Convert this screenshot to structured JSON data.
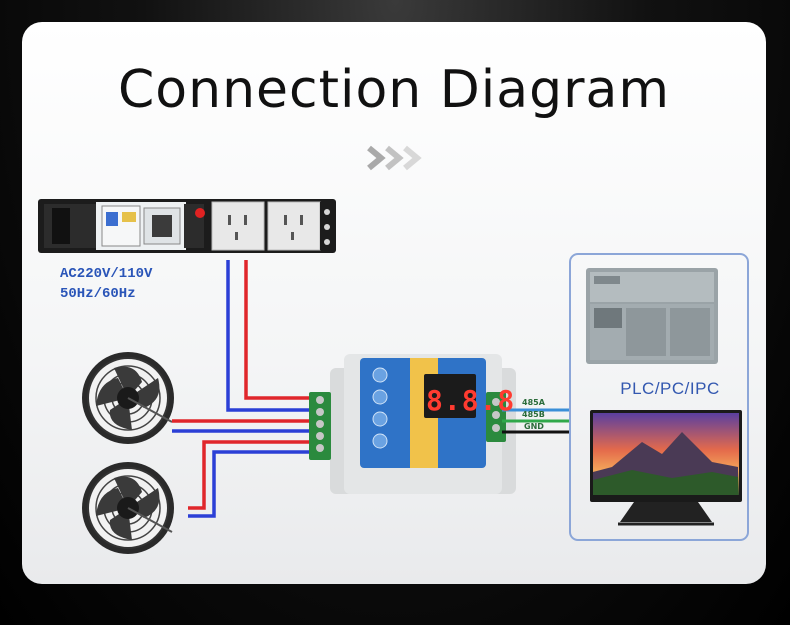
{
  "title": "Connection Diagram",
  "power_strip": {
    "label_line1": "AC220V/110V",
    "label_line2": "50Hz/60Hz"
  },
  "controller": {
    "display": "8.8.8",
    "bus_terminals": [
      "485A",
      "485B",
      "GND"
    ]
  },
  "host": {
    "label": "PLC/PC/IPC"
  },
  "devices": [
    "fan",
    "fan"
  ],
  "colors": {
    "live_wire": "#e0262b",
    "neutral_wire": "#2b3fd6",
    "rs485a_wire": "#3a8fd8",
    "rs485b_wire": "#2fa84a",
    "gnd_wire": "#111111",
    "host_frame": "#8ca6d8"
  }
}
